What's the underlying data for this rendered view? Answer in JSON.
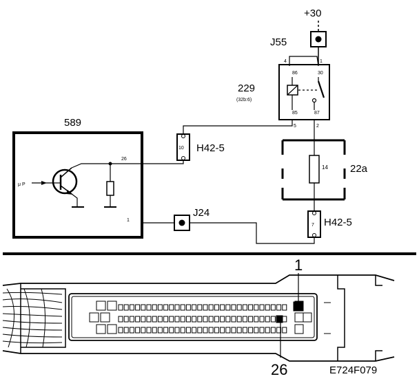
{
  "labels": {
    "supply": "+30",
    "relay_id": "J55",
    "relay_code": "229",
    "relay_sub": "(32b:6)",
    "ecu_id": "589",
    "connector_top": "H42-5",
    "connector_bottom": "H42-5",
    "ground_junction": "J24",
    "fuse_id": "22a",
    "fuse_value": "14",
    "figure_code": "E724F079",
    "pin_1": "1",
    "pin_26": "26"
  },
  "relay_pins": {
    "p4": "4",
    "p86": "86",
    "p30": "30",
    "p1": "1",
    "p85": "85",
    "p87": "87",
    "p5": "5",
    "p2": "2"
  },
  "ecu_pins": {
    "pin26": "26",
    "pin1": "1",
    "transistor_input": "μ P"
  },
  "connector_pins": {
    "top": "10",
    "bottom": "7"
  }
}
